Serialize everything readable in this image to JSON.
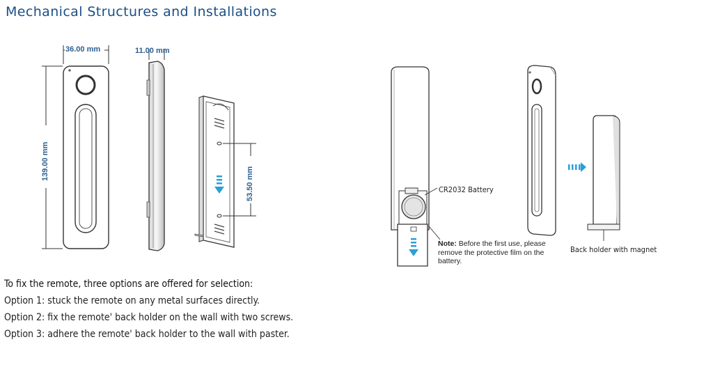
{
  "page": {
    "title": "Mechanical Structures and Installations"
  },
  "dimensions": {
    "width": "36.00 mm",
    "depth": "11.00 mm",
    "height": "139.00 mm",
    "screw_spacing": "53.50 mm"
  },
  "labels": {
    "battery": "CR2032 Battery",
    "note_bold": "Note:",
    "note_text": " Before the first use, please remove the protective film on the battery.",
    "back_holder": "Back holder with magnet"
  },
  "instructions": {
    "heading": "To fix the remote, three options are offered for selection:",
    "options": [
      "Option 1: stuck the remote on any metal surfaces directly.",
      "Option 2: fix the remote' back holder on the wall with two screws.",
      "Option 3: adhere the remote' back holder to the wall with paster."
    ]
  },
  "colors": {
    "title": "#1b4f86",
    "dimension": "#2b5f93",
    "arrow": "#2a9fd8"
  }
}
